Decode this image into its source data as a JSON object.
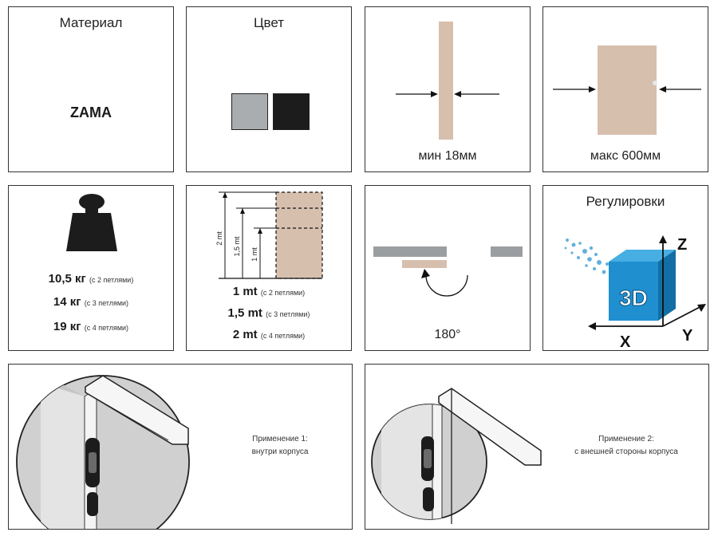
{
  "material": {
    "title": "Материал",
    "value": "ZAMA"
  },
  "color": {
    "title": "Цвет",
    "swatches": [
      "#a9adb0",
      "#1c1c1c"
    ]
  },
  "thickness_min": {
    "caption": "мин 18мм"
  },
  "width_max": {
    "caption": "макс 600мм"
  },
  "weight": {
    "rows": [
      {
        "value": "10,5 кг",
        "note": "(с 2 петлями)"
      },
      {
        "value": "14 кг",
        "note": "(с 3 петлями)"
      },
      {
        "value": "19 кг",
        "note": "(с 4 петлями)"
      }
    ]
  },
  "height": {
    "dims": [
      "2 mt",
      "1,5 mt",
      "1 mt"
    ],
    "rows": [
      {
        "value": "1 mt",
        "note": "(с 2 петлями)"
      },
      {
        "value": "1,5 mt",
        "note": "(с 3 петлями)"
      },
      {
        "value": "2 mt",
        "note": "(с 4 петлями)"
      }
    ]
  },
  "opening": {
    "caption": "180°"
  },
  "adjust": {
    "title": "Регулировки",
    "cube_label": "3D",
    "axes": {
      "z": "Z",
      "x": "X",
      "y": "Y"
    }
  },
  "application_1": {
    "line1": "Применение 1:",
    "line2": "внутри корпуса"
  },
  "application_2": {
    "line1": "Применение 2:",
    "line2": "с внешней стороны корпуса"
  },
  "colors": {
    "door": "#d7bfae",
    "gray": "#9b9ea1",
    "cube": "#1f8fd0"
  }
}
